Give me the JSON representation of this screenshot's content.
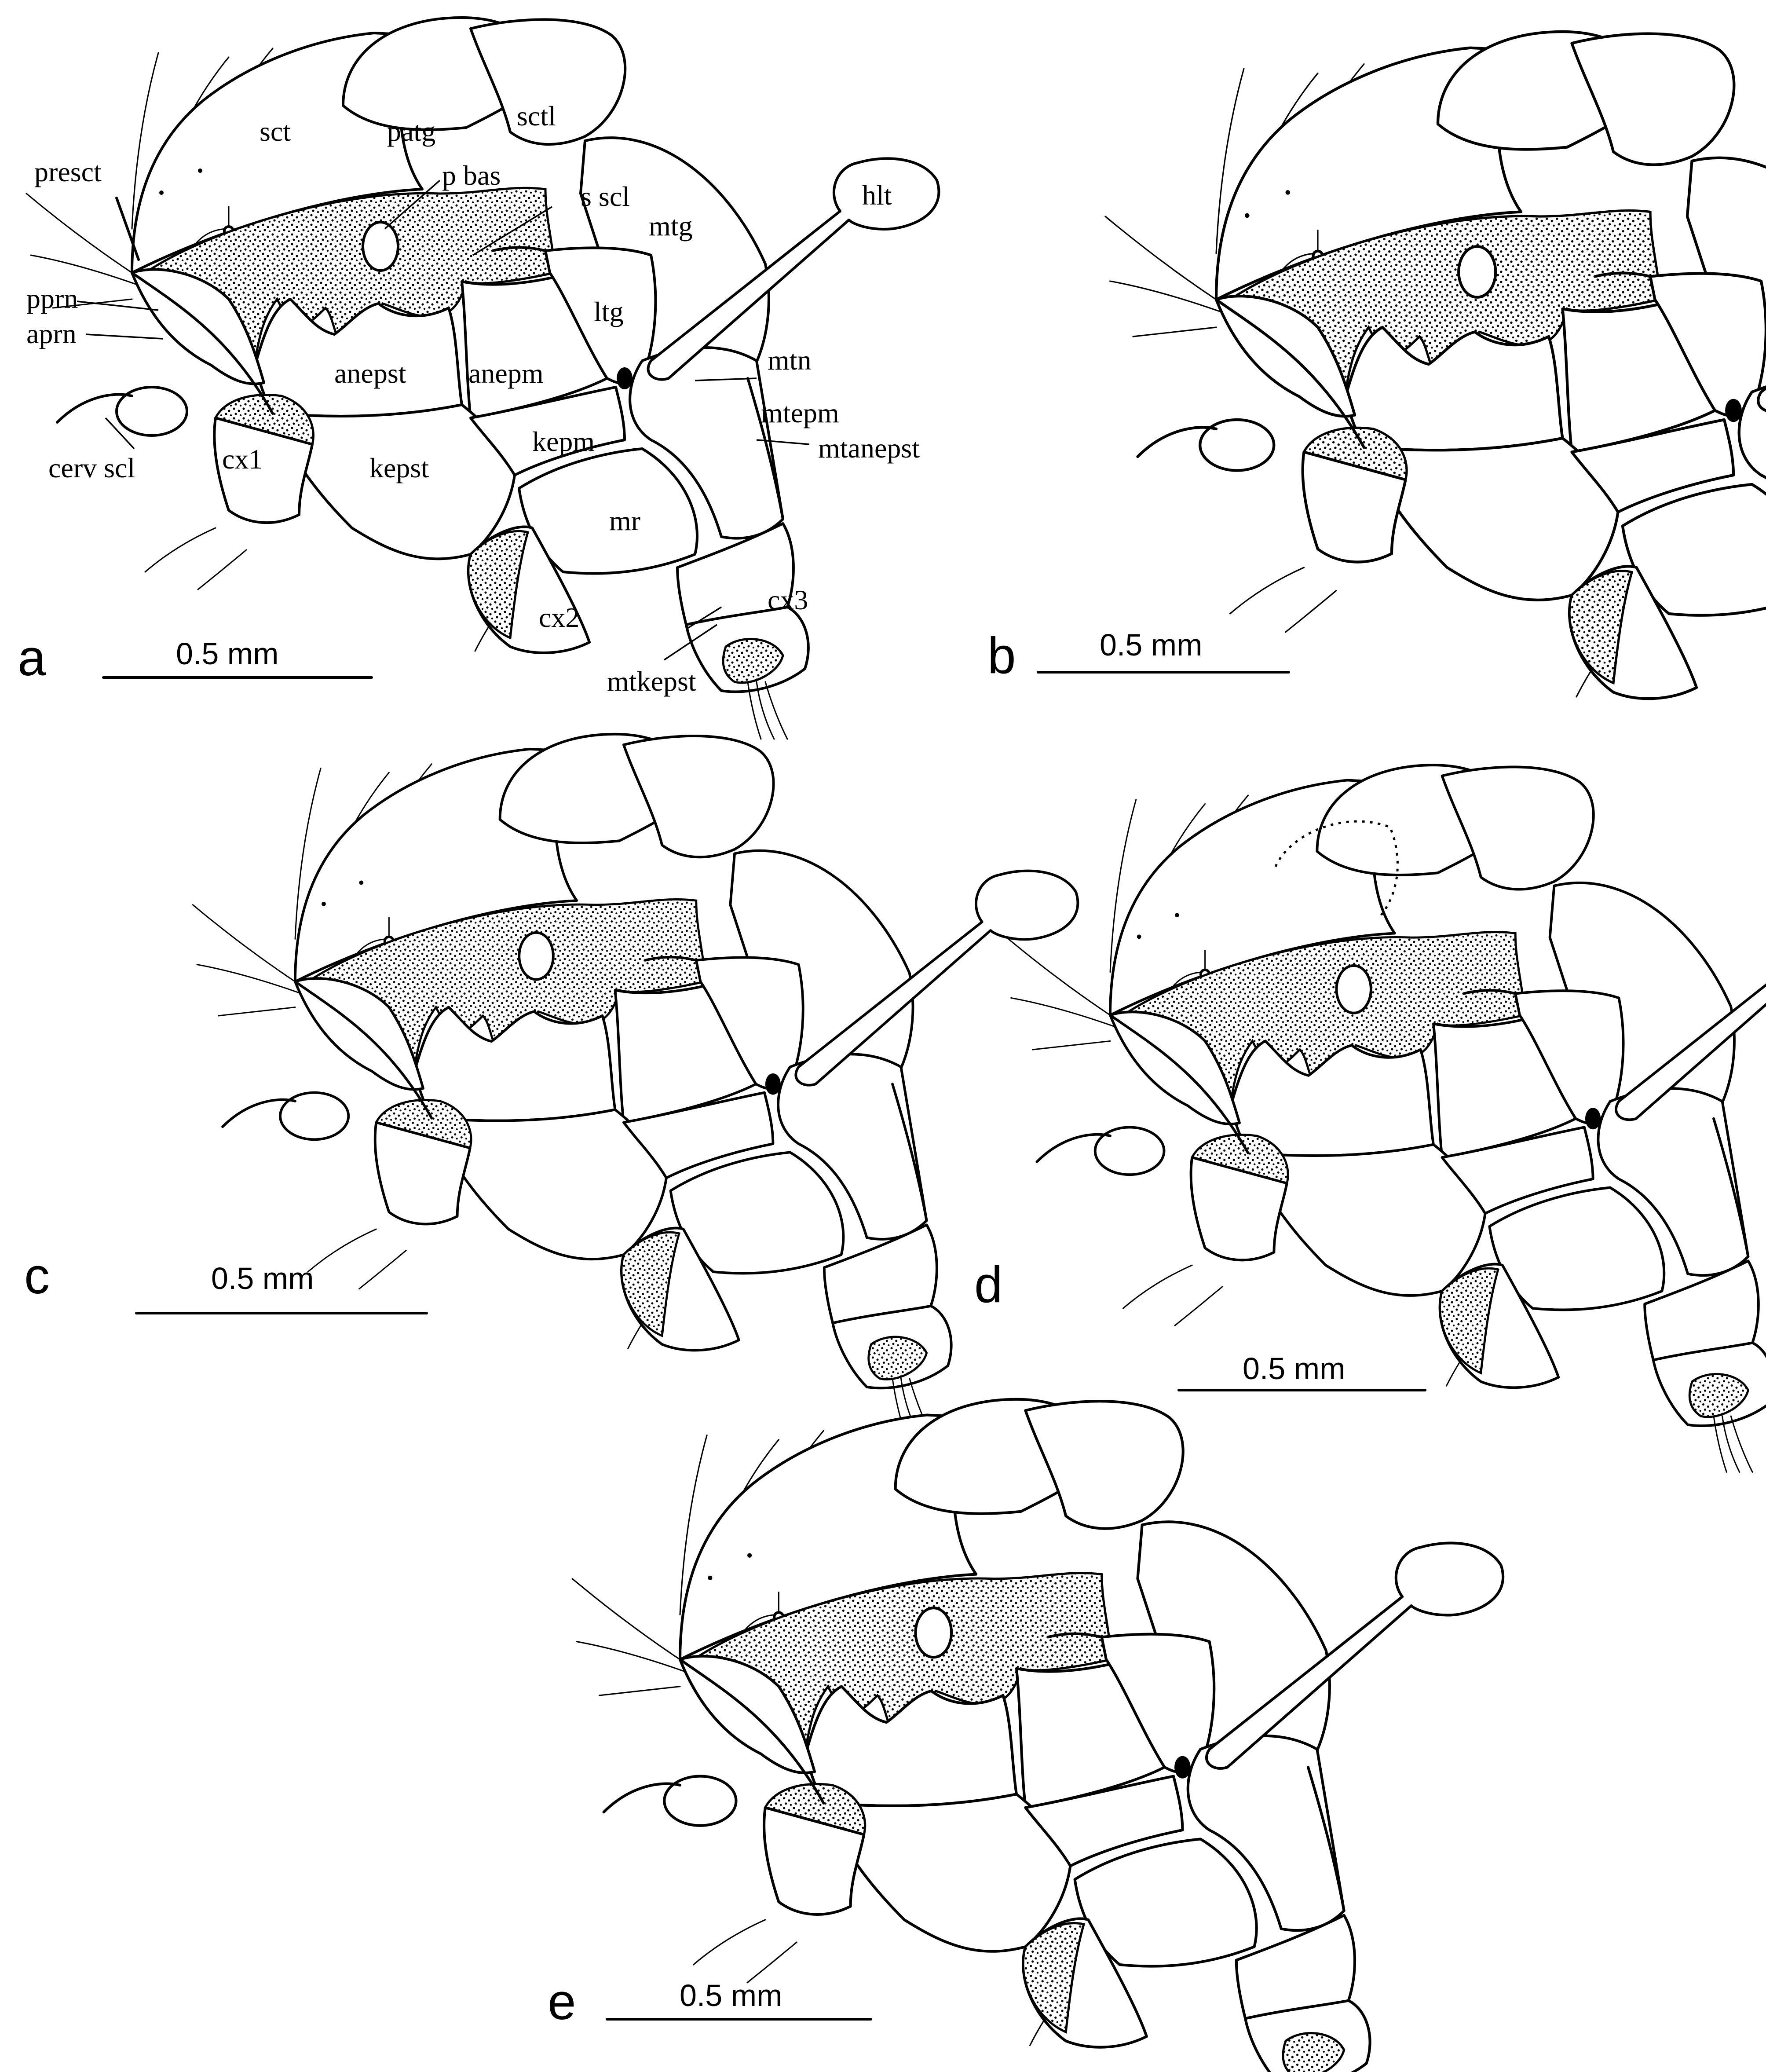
{
  "panels": [
    {
      "id": "a",
      "label": "a",
      "scale_bar": "0.5 mm"
    },
    {
      "id": "b",
      "label": "b",
      "scale_bar": "0.5 mm"
    },
    {
      "id": "c",
      "label": "c",
      "scale_bar": "0.5 mm"
    },
    {
      "id": "d",
      "label": "d",
      "scale_bar": "0.5 mm"
    },
    {
      "id": "e",
      "label": "e",
      "scale_bar": "0.5 mm"
    }
  ],
  "annotations": {
    "presct": "presct",
    "sct": "sct",
    "patg": "patg",
    "sctl": "sctl",
    "p_bas": "p bas",
    "s_scl": "s scl",
    "hlt": "hlt",
    "mtg": "mtg",
    "pprn": "pprn",
    "aprn": "aprn",
    "ltg": "ltg",
    "anepst": "anepst",
    "anepm": "anepm",
    "mtn": "mtn",
    "mtepm": "mtepm",
    "mtanepst": "mtanepst",
    "kepm": "kepm",
    "cerv_scl": "cerv scl",
    "cx1": "cx1",
    "kepst": "kepst",
    "mr": "mr",
    "cx2": "cx2",
    "cx3": "cx3",
    "mtkepst": "mtkepst"
  }
}
